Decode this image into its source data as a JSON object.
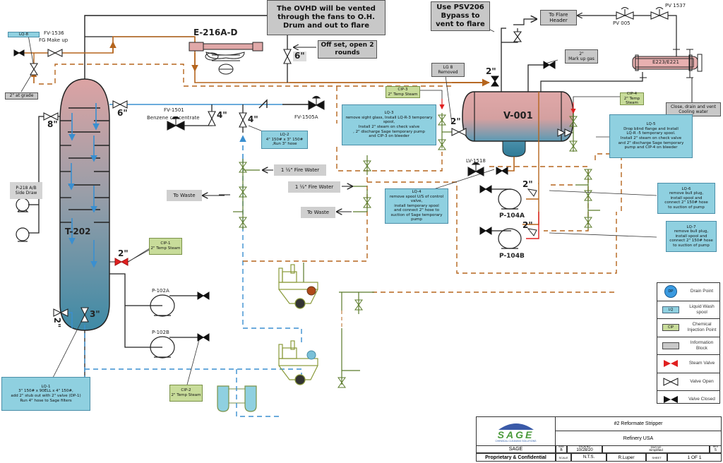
{
  "equipment": {
    "column": "T-202",
    "air_cooler": "E-216A-D",
    "drum": "V-001",
    "exchanger": "E223/E221",
    "pump_side_draw": "P-218 A/B\nSide Draw",
    "pump_102a": "P-102A",
    "pump_102b": "P-102B",
    "pump_104a": "P-104A",
    "pump_104b": "P-104B"
  },
  "valves": {
    "fv1536": "FV-1536",
    "fg_makeup": "FG Make up",
    "fv1501": "FV-1501",
    "benzene": "Benzene concentrate",
    "fv1505a": "FV-1505A",
    "lv1518": "LV-1518",
    "pv005": "PV 005",
    "pv1537": "PV 1537"
  },
  "sizes": {
    "s8": "8\"",
    "s6_col": "6\"",
    "s4_a": "4\"",
    "s4_b": "4\"",
    "s6_ovhd": "6\"",
    "s2_top": "2\"",
    "s2_left": "2\"",
    "s2_cip1": "2\"",
    "s3": "3\"",
    "s2_bottom": "2\"",
    "s2_104a": "2\"",
    "s2_104b": "2\""
  },
  "info_blocks": {
    "ovhd": "The OVHD will be vented through the fans to O.H.  Drum and out to flare",
    "psv": "Use PSV206 Bypass to vent to flare",
    "offset": "Off set, open 2 rounds",
    "flare_header": "To Flare Header",
    "markup_gas": "2\"\nMark up gas",
    "lg8": "LG 8\nRemoved",
    "close_drain": "Close, drain and vent Cooling water",
    "at_grade": "2\" at grade",
    "fire_water_1": "1 ½\" Fire Water",
    "fire_water_2": "1 ½\" Fire Water",
    "to_waste_1": "To Waste",
    "to_waste_2": "To Waste"
  },
  "lq_blocks": {
    "lq8": "LQ-8",
    "lq1": "LQ-1\n3\" 150# x 90ELL x 4\" 150#,\nadd 2\" stub out with 2\" valve (DP-1)\nRun 4\" hose to Sage filters",
    "lq2": "LQ-2\n4\" 150# x 3\" 150#\n,Run 3\" hose",
    "lq3": "LQ-3\nremove sight glass, Install LQ-R-3 temporary spool,\nInstall 2\" steam on check valve\n, 2\" discharge Sage temporary pump\nand CIP-3 on bleeder",
    "lq4": "LQ-4\nremove spool U/S of control valve,\ninstall temporary spool\nand connect 2\" hose to\nsuction of Sage temporary pump",
    "lq5": "LQ-5\nDrop blind flange and Install\nLQ-R -5 temporary spool.\nInstall 2\" steam on check valve\nand 2\" discharge Sage temporary\npump and CIP-4 on bleeder",
    "lq6": "LQ-6\nremove bull plug,\ninstall spool and\nconnect 2\" 150# hose\nto suction of pump",
    "lq7": "LQ-7\nremove bull plug,\ninstall spool and\nconnect 2\" 150# hose\nto suction of pump"
  },
  "cip_blocks": {
    "cip1": "CIP-1\n2\" Temp Steam",
    "cip2": "CIP-2\n2\" Temp Steam",
    "cip3": "CIP-3\n2\" Temp Steam",
    "cip4": "CIP-4\n2\" Temp Steam"
  },
  "legend": {
    "items": [
      {
        "symbol": "DP",
        "label": "Drain Point"
      },
      {
        "symbol": "LQ",
        "label": "Liquid Wash spool"
      },
      {
        "symbol": "CIP",
        "label": "Chemical Injection Point"
      },
      {
        "symbol": "",
        "label": "Information Block"
      },
      {
        "symbol": "steam-valve",
        "label": "Steam Valve"
      },
      {
        "symbol": "valve-open",
        "label": "Valve Open"
      },
      {
        "symbol": "valve-closed",
        "label": "Valve Closed"
      }
    ]
  },
  "title_block": {
    "company_logo": "SAGE",
    "logo_tagline": "CHEMICAL CLEANING SOLUTIONS",
    "title": "#2 Reformate Stripper",
    "client": "Refinery USA",
    "company": "SAGE",
    "confidential": "Proprietary & Confidential",
    "size_label": "SIZE",
    "size_value": "B",
    "fscm_label": "FSCM NO",
    "fscm_value": "10/28/20",
    "dwg_label": "DWG NO",
    "dwg_value": "Simplified",
    "rev_label": "REV",
    "rev_value": "5",
    "scale_label": "SCALE",
    "scale_value": "N.T.S.",
    "drawn_by": "R.Luper",
    "sheet_label": "SHEET",
    "sheet_value": "1 OF 1"
  },
  "colors": {
    "process_line": "#222222",
    "overhead_line": "#b5651d",
    "benzene_line": "#3a8fd0",
    "temp_hose_orange": "#b5651d",
    "temp_hose_blue": "#3a8fd0",
    "temp_spool": "#5a7a2a",
    "steam": "#e02020",
    "info_fill": "#c8c8c8",
    "lq_fill": "#8fd0e0",
    "cip_fill": "#c8dc9a"
  }
}
